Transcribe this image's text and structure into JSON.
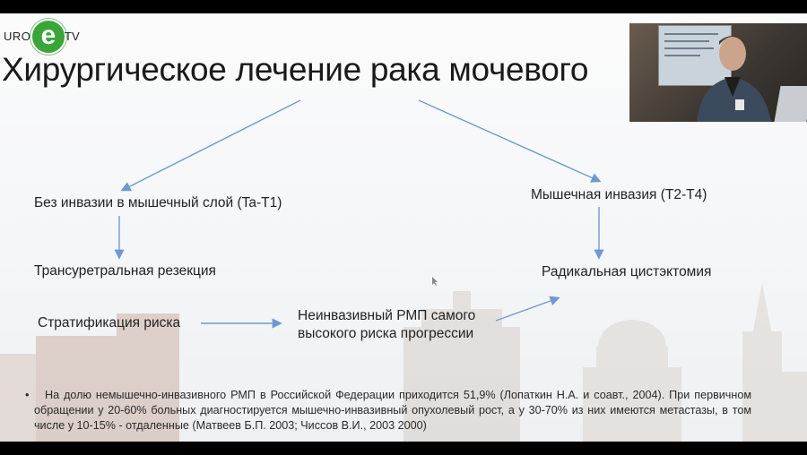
{
  "logo": {
    "left_text": "URO",
    "center_glyph": "e",
    "right_text": "TV"
  },
  "slide": {
    "title": "Хирургическое лечение рака мочевого",
    "left_branch": {
      "label": "Без инвазии в мышечный слой (Ta-T1)",
      "step1": "Трансуретральная резекция",
      "step2": "Стратификация риска",
      "step3": "Неинвазивный РМП самого высокого риска прогрессии"
    },
    "right_branch": {
      "label": "Мышечная инвазия (T2-T4)",
      "step1": "Радикальная цистэктомия"
    },
    "bullet": "На долю немышечно-инвазивного РМП в Российской Федерации приходится 51,9% (Лопаткин Н.А. и соавт., 2004). При первичном обращении у 20-60% больных диагностируется мышечно-инвазивный опухолевый рост, а у 30-70% из них имеются метастазы, в том числе у 10-15% - отдаленные (Матвеев Б.П. 2003; Чиссов В.И., 2003 2000)"
  },
  "colors": {
    "arrow": "#6f9ad1",
    "logo_green": "#3aa63a"
  }
}
